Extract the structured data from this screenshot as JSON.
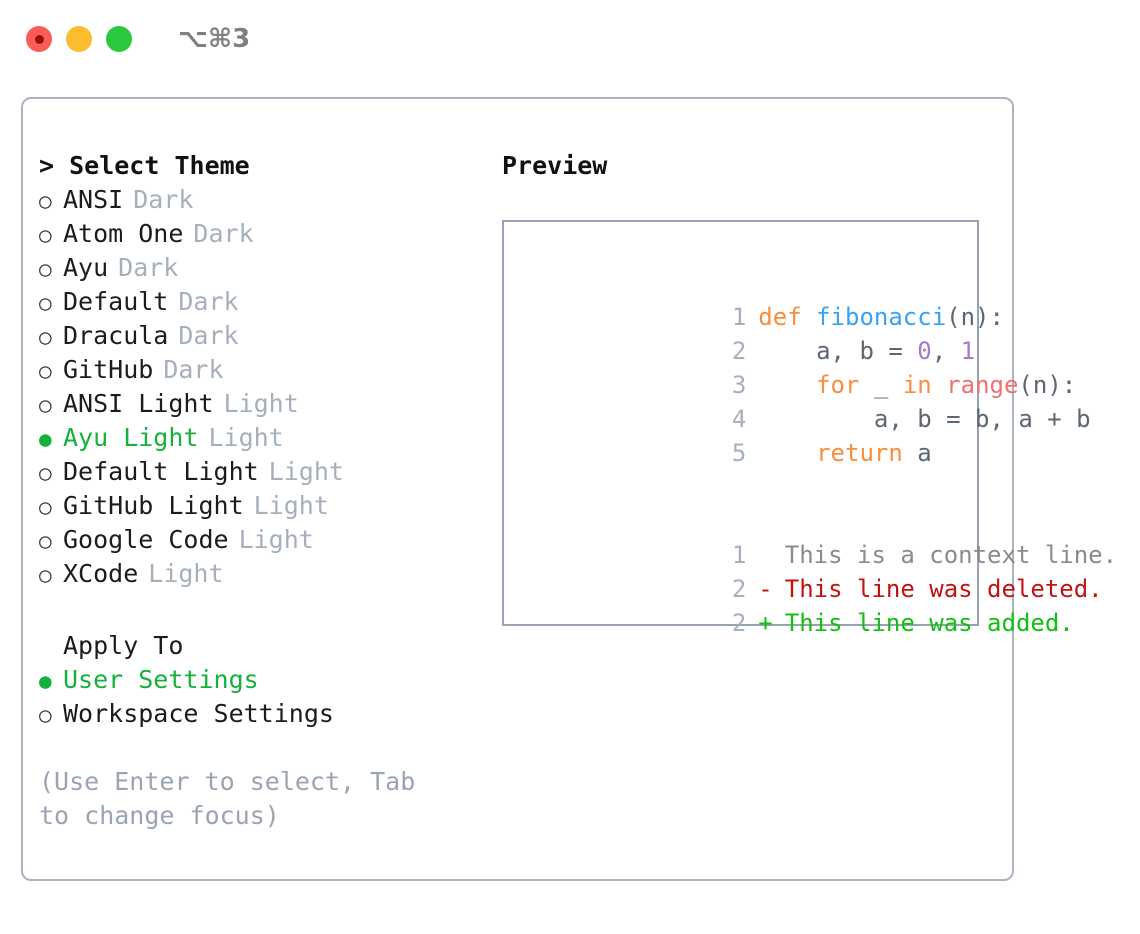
{
  "window": {
    "title": "⌥⌘3",
    "controls": [
      {
        "name": "close",
        "color": "#fc5b57"
      },
      {
        "name": "minimize",
        "color": "#fbbd2e"
      },
      {
        "name": "zoom",
        "color": "#28c93f"
      }
    ]
  },
  "theme_section": {
    "heading": "> Select Theme",
    "selected_bullet": "●",
    "unselected_bullet": "○",
    "items": [
      {
        "label": "ANSI",
        "kind": "Dark",
        "selected": false
      },
      {
        "label": "Atom One",
        "kind": "Dark",
        "selected": false
      },
      {
        "label": "Ayu",
        "kind": "Dark",
        "selected": false
      },
      {
        "label": "Default",
        "kind": "Dark",
        "selected": false
      },
      {
        "label": "Dracula",
        "kind": "Dark",
        "selected": false
      },
      {
        "label": "GitHub",
        "kind": "Dark",
        "selected": false
      },
      {
        "label": "ANSI Light",
        "kind": "Light",
        "selected": false
      },
      {
        "label": "Ayu Light",
        "kind": "Light",
        "selected": true
      },
      {
        "label": "Default Light",
        "kind": "Light",
        "selected": false
      },
      {
        "label": "GitHub Light",
        "kind": "Light",
        "selected": false
      },
      {
        "label": "Google Code",
        "kind": "Light",
        "selected": false
      },
      {
        "label": "XCode",
        "kind": "Light",
        "selected": false
      }
    ]
  },
  "apply_section": {
    "heading": "Apply To",
    "items": [
      {
        "label": "User Settings",
        "selected": true
      },
      {
        "label": "Workspace Settings",
        "selected": false
      }
    ]
  },
  "help": {
    "text": "(Use Enter to select, Tab to change focus)"
  },
  "preview": {
    "title": "Preview",
    "code_lines": [
      {
        "num": "1",
        "tokens": [
          {
            "t": "def",
            "c": "kw"
          },
          {
            "t": " ",
            "c": "pl"
          },
          {
            "t": "fibonacci",
            "c": "fn"
          },
          {
            "t": "(n):",
            "c": "pl"
          }
        ]
      },
      {
        "num": "2",
        "tokens": [
          {
            "t": "    a, b = ",
            "c": "pl"
          },
          {
            "t": "0",
            "c": "num"
          },
          {
            "t": ", ",
            "c": "pl"
          },
          {
            "t": "1",
            "c": "num"
          }
        ]
      },
      {
        "num": "3",
        "tokens": [
          {
            "t": "    ",
            "c": "pl"
          },
          {
            "t": "for",
            "c": "kw"
          },
          {
            "t": " _ ",
            "c": "pl"
          },
          {
            "t": "in",
            "c": "kw"
          },
          {
            "t": " ",
            "c": "pl"
          },
          {
            "t": "range",
            "c": "bi"
          },
          {
            "t": "(n):",
            "c": "pl"
          }
        ]
      },
      {
        "num": "4",
        "tokens": [
          {
            "t": "        a, b = b, a + b",
            "c": "pl"
          }
        ]
      },
      {
        "num": "5",
        "tokens": [
          {
            "t": "    ",
            "c": "pl"
          },
          {
            "t": "return",
            "c": "kw"
          },
          {
            "t": " a",
            "c": "pl"
          }
        ]
      }
    ],
    "diff_lines": [
      {
        "num": "1",
        "marker": " ",
        "text": "This is a context line.",
        "kind": "ctx"
      },
      {
        "num": "2",
        "marker": "-",
        "text": "This line was deleted.",
        "kind": "del"
      },
      {
        "num": "2",
        "marker": "+",
        "text": "This line was added.",
        "kind": "add"
      }
    ]
  },
  "colors": {
    "accent_green": "#14b23c",
    "muted": "#a6b0bd",
    "keyword": "#fa8d3e",
    "function": "#36a3f7",
    "number": "#a37acc",
    "builtin": "#f07171",
    "diff_add": "#11c011",
    "diff_del": "#c21313",
    "border": "#aab4c0"
  }
}
